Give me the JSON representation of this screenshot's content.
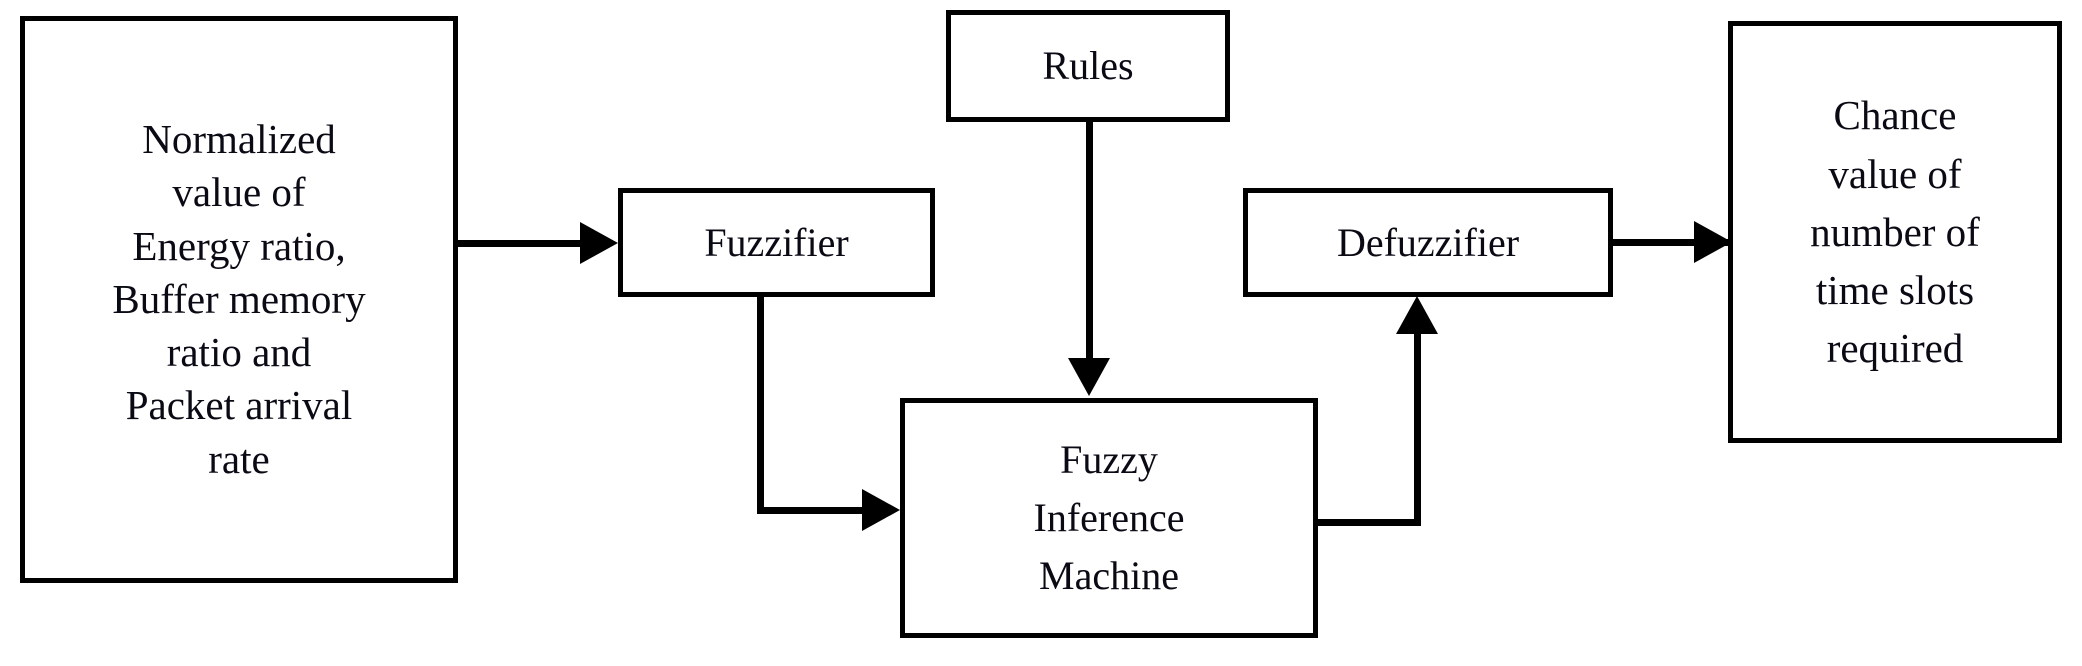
{
  "diagram": {
    "title": "Fuzzy logic system block diagram",
    "background_color": "#ffffff",
    "line_color": "#000000",
    "text_color": "#0a0a14",
    "nodes": {
      "inputs": {
        "label": "Normalized\nvalue of\nEnergy ratio,\nBuffer memory\nratio and\nPacket arrival\nrate"
      },
      "fuzzifier": {
        "label": "Fuzzifier"
      },
      "rules": {
        "label": "Rules"
      },
      "fuzzy_inference_machine": {
        "label": "Fuzzy\nInference\nMachine"
      },
      "defuzzifier": {
        "label": "Defuzzifier"
      },
      "output": {
        "label": "Chance\nvalue of\nnumber of\ntime slots\nrequired"
      }
    },
    "edges": [
      {
        "id": "inputs-to-fuzzifier",
        "from": "inputs",
        "to": "fuzzifier",
        "label": "",
        "style": "straight-right"
      },
      {
        "id": "fuzzifier-to-fim",
        "from": "fuzzifier",
        "to": "fuzzy_inference_machine",
        "label": "",
        "style": "down-then-right"
      },
      {
        "id": "rules-to-fim",
        "from": "rules",
        "to": "fuzzy_inference_machine",
        "label": "",
        "style": "straight-down"
      },
      {
        "id": "fim-to-defuzzifier",
        "from": "fuzzy_inference_machine",
        "to": "defuzzifier",
        "label": "",
        "style": "right-then-up"
      },
      {
        "id": "defuzzifier-to-output",
        "from": "defuzzifier",
        "to": "output",
        "label": "",
        "style": "straight-right"
      }
    ]
  }
}
